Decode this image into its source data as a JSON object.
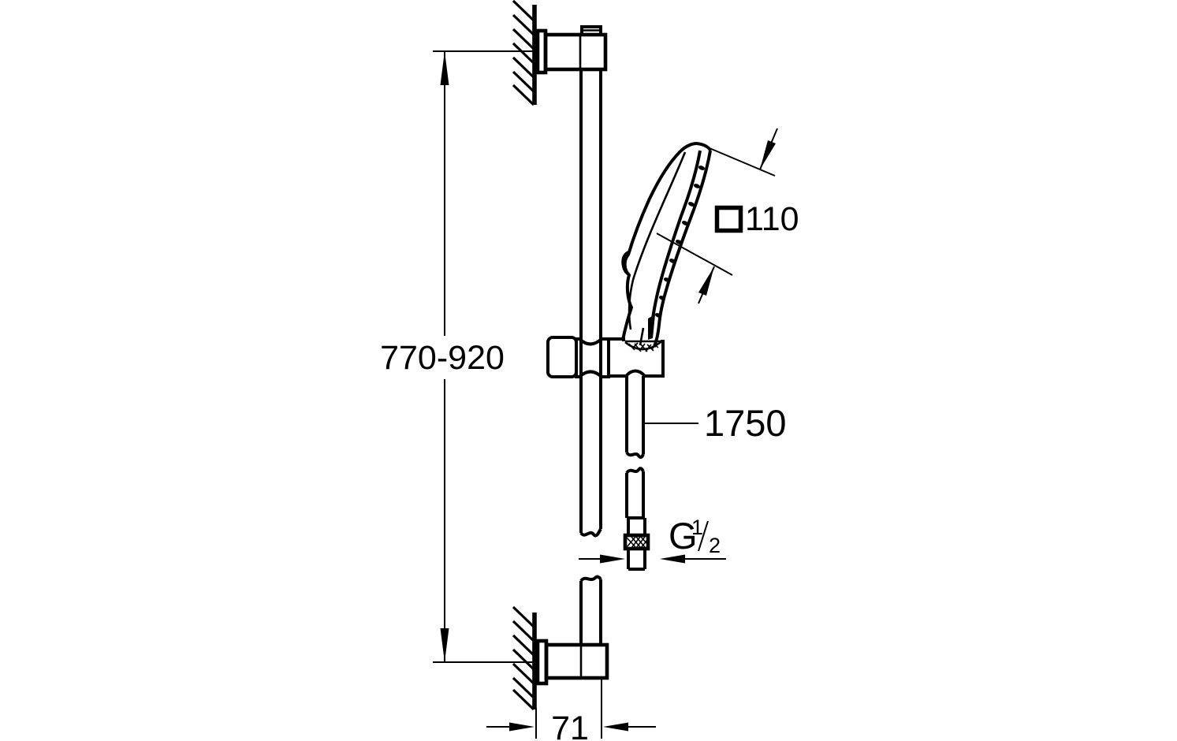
{
  "page": {
    "background_color": "#ffffff",
    "line_color": "#000000",
    "kind": "technical dimension drawing"
  },
  "labels": {
    "rail_span": "770-920",
    "head_width": "110",
    "hose_length": "1750",
    "thread_prefix": "G",
    "thread_numerator": "1",
    "thread_denominator": "2",
    "wall_offset": "71"
  },
  "symbols": {
    "head_width_prefix": "square-symbol"
  }
}
